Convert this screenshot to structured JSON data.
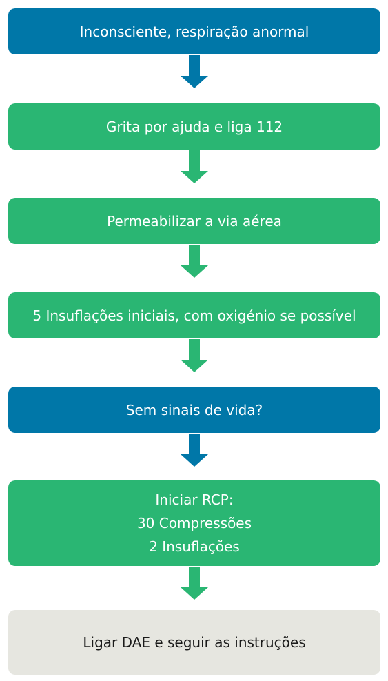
{
  "colors": {
    "blue": "#0077a8",
    "green": "#2ab673",
    "grey": "#e6e6e0"
  },
  "steps": [
    {
      "lines": [
        "Inconsciente, respiração anormal"
      ],
      "color": "blue"
    },
    {
      "lines": [
        "Grita por ajuda e liga 112"
      ],
      "color": "green"
    },
    {
      "lines": [
        "Permeabilizar a via aérea"
      ],
      "color": "green"
    },
    {
      "lines": [
        "5 Insuflações iniciais, com oxigénio se possível"
      ],
      "color": "green"
    },
    {
      "lines": [
        "Sem sinais de vida?"
      ],
      "color": "blue"
    },
    {
      "lines": [
        "Iniciar RCP:",
        "30 Compressões",
        "2 Insuflações"
      ],
      "color": "green"
    },
    {
      "lines": [
        "Ligar DAE e seguir as instruções"
      ],
      "color": "grey"
    }
  ],
  "arrows": [
    {
      "color": "blue"
    },
    {
      "color": "green"
    },
    {
      "color": "green"
    },
    {
      "color": "green"
    },
    {
      "color": "blue"
    },
    {
      "color": "green"
    }
  ]
}
